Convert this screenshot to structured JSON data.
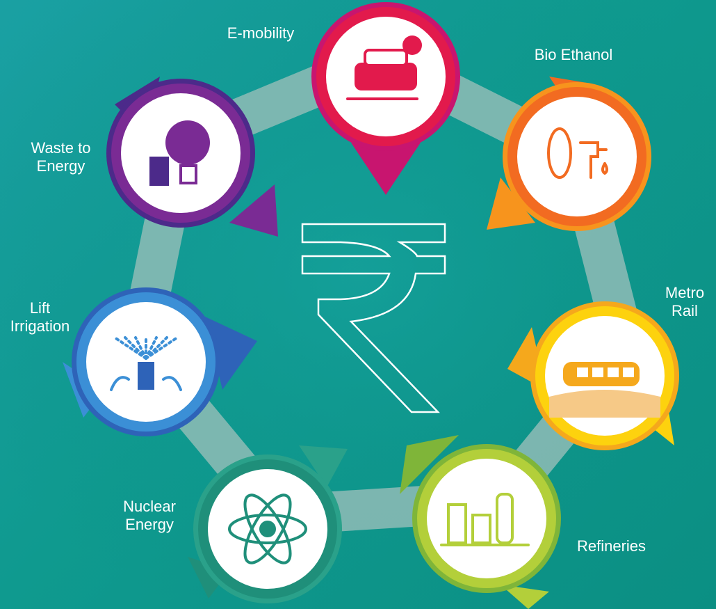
{
  "center_symbol": "₹",
  "items": [
    {
      "label": "E-mobility",
      "icon": "electric-car-icon",
      "color": "#e21a4c",
      "color2": "#c8156f"
    },
    {
      "label": "Bio Ethanol",
      "icon": "corn-fuel-nozzle-icon",
      "color": "#f26b21",
      "color2": "#f7941d"
    },
    {
      "label": "Metro\nRail",
      "icon": "metro-train-icon",
      "color": "#fdd20e",
      "color2": "#f5a81c"
    },
    {
      "label": "Refineries",
      "icon": "refinery-icon",
      "color": "#b3cf3a",
      "color2": "#7fb539"
    },
    {
      "label": "Nuclear\nEnergy",
      "icon": "atom-icon",
      "color": "#1f8f7a",
      "color2": "#2aa18a"
    },
    {
      "label": "Lift\nIrrigation",
      "icon": "sprinkler-plants-icon",
      "color": "#3b8fd6",
      "color2": "#2e63b8"
    },
    {
      "label": "Waste to\nEnergy",
      "icon": "waste-bulb-icon",
      "color": "#7a2b94",
      "color2": "#4c2a8a"
    }
  ]
}
